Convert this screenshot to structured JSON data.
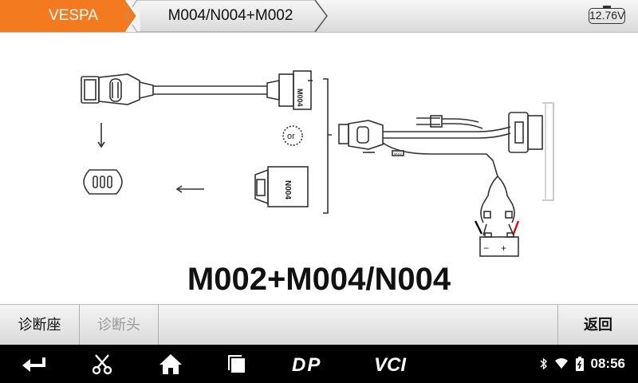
{
  "header": {
    "breadcrumb": [
      "VESPA",
      "M004/N004+M002"
    ],
    "battery_voltage": "12.76V",
    "accent_color": "#f47a20"
  },
  "diagram": {
    "connector_labels": {
      "top_adapter": "M004",
      "bottom_adapter": "N004",
      "or": "or",
      "cable_tag": "M002"
    },
    "battery_signs": [
      "−",
      "+"
    ],
    "caption": "M002+M004/N004"
  },
  "function_bar": {
    "left_buttons": [
      "诊断座",
      "诊断头"
    ],
    "disabled": [
      false,
      true
    ],
    "back_label": "返回"
  },
  "nav_bar": {
    "icons": [
      "back-icon",
      "scissors-icon",
      "home-icon",
      "recent-apps-icon",
      "dp-logo-icon",
      "vci-logo-icon"
    ],
    "dp_text": "DP",
    "vci_text": "VCI",
    "status_icons": [
      "bluetooth-icon",
      "wifi-icon",
      "battery-status-icon"
    ],
    "time": "08:56"
  }
}
